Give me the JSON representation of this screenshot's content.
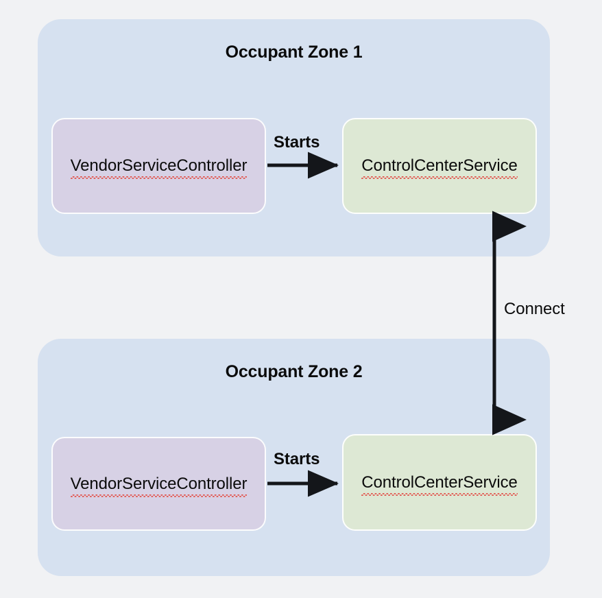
{
  "diagram": {
    "background_color": "#f1f2f4",
    "zone_color": "#d6e1f0",
    "node_purple_color": "#d7d1e5",
    "node_green_color": "#dde8d4",
    "edge_color": "#14161a",
    "spellcheck_underline_color": "#e2564f",
    "zones": [
      {
        "title": "Occupant Zone 1",
        "nodes": [
          {
            "label": "VendorServiceController",
            "kind": "purple"
          },
          {
            "label": "ControlCenterService",
            "kind": "green"
          }
        ],
        "edge_label": "Starts"
      },
      {
        "title": "Occupant Zone 2",
        "nodes": [
          {
            "label": "VendorServiceController",
            "kind": "purple"
          },
          {
            "label": "ControlCenterService",
            "kind": "green"
          }
        ],
        "edge_label": "Starts"
      }
    ],
    "cross_zone_edge": {
      "label": "Connect",
      "direction": "bidirectional"
    }
  }
}
